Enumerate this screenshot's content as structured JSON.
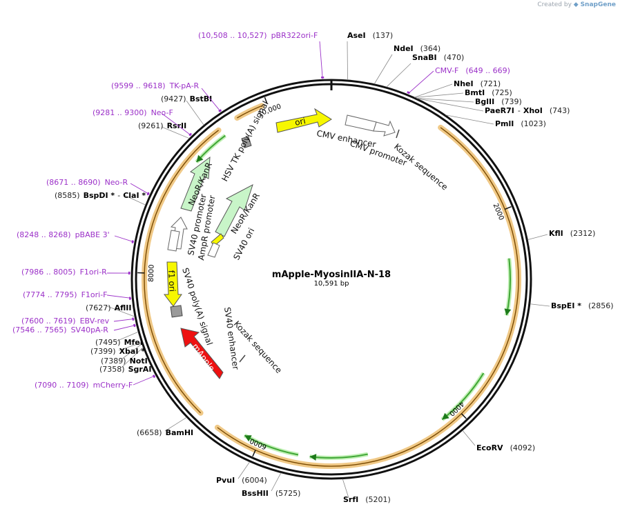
{
  "branding": {
    "created_by": "Created by",
    "logo": "SnapGene"
  },
  "plasmid": {
    "name": "mApple-MyosinIIA-N-18",
    "length": "10,591 bp",
    "total_bp": 10591
  },
  "colors": {
    "ring": "#111111",
    "primer": "#9b30c8",
    "orf_band": "#f0c987",
    "orf_line": "#7a4a00",
    "green_arrow": "#3fa535",
    "ori": "#f7f700",
    "mapple": "#ee1111",
    "neo": "#c8f5c8",
    "promoter_white": "#ffffff",
    "polya_gray": "#999999"
  },
  "ticks": [
    {
      "bp": 2000,
      "label": "2000"
    },
    {
      "bp": 4000,
      "label": "4000"
    },
    {
      "bp": 6000,
      "label": "6000"
    },
    {
      "bp": 8000,
      "label": "8000"
    },
    {
      "bp": 10000,
      "label": "10,000"
    }
  ],
  "enzymes": [
    {
      "name": "AseI",
      "pos": "(137)",
      "bp": 137
    },
    {
      "name": "NdeI",
      "pos": "(364)",
      "bp": 364
    },
    {
      "name": "SnaBI",
      "pos": "(470)",
      "bp": 470
    },
    {
      "name": "NheI",
      "pos": "(721)",
      "bp": 721
    },
    {
      "name": "BmtI",
      "pos": "(725)",
      "bp": 725
    },
    {
      "name": "BglII",
      "pos": "(739)",
      "bp": 739
    },
    {
      "name": "PaeR7I",
      "name2": "XhoI",
      "pos": "(743)",
      "bp": 743
    },
    {
      "name": "PmlI",
      "pos": "(1023)",
      "bp": 1023
    },
    {
      "name": "KflI",
      "pos": "(2312)",
      "bp": 2312
    },
    {
      "name": "BspEI *",
      "pos": "(2856)",
      "bp": 2856
    },
    {
      "name": "EcoRV",
      "pos": "(4092)",
      "bp": 4092
    },
    {
      "name": "SrfI",
      "pos": "(5201)",
      "bp": 5201
    },
    {
      "name": "BssHII",
      "pos": "(5725)",
      "bp": 5725
    },
    {
      "name": "PvuI",
      "pos": "(6004)",
      "bp": 6004
    },
    {
      "name": "BamHI",
      "pos": "(6658)",
      "bp": 6658
    },
    {
      "name": "SgrAI",
      "pos": "(7358)",
      "bp": 7358
    },
    {
      "name": "NotI",
      "pos": "(7389)",
      "bp": 7389
    },
    {
      "name": "XbaI *",
      "pos": "(7399)",
      "bp": 7399
    },
    {
      "name": "MfeI",
      "pos": "(7495)",
      "bp": 7495
    },
    {
      "name": "AflII",
      "pos": "(7627)",
      "bp": 7627
    },
    {
      "name": "BspDI *",
      "name2": "ClaI *",
      "pos": "(8585)",
      "bp": 8585
    },
    {
      "name": "RsrII",
      "pos": "(9261)",
      "bp": 9261
    },
    {
      "name": "BstBI",
      "pos": "(9427)",
      "bp": 9427
    }
  ],
  "primers": [
    {
      "range": "(10,508 .. 10,527)",
      "name": "pBR322ori-F",
      "bp": 10517
    },
    {
      "range": "(649 .. 669)",
      "name": "CMV-F",
      "bp": 659
    },
    {
      "range": "(9599 .. 9618)",
      "name": "TK-pA-R",
      "bp": 9608
    },
    {
      "range": "(9281 .. 9300)",
      "name": "Neo-F",
      "bp": 9290
    },
    {
      "range": "(8671 .. 8690)",
      "name": "Neo-R",
      "bp": 8680
    },
    {
      "range": "(8248 .. 8268)",
      "name": "pBABE 3'",
      "bp": 8258
    },
    {
      "range": "(7986 .. 8005)",
      "name": "F1ori-R",
      "bp": 7995
    },
    {
      "range": "(7774 .. 7795)",
      "name": "F1ori-F",
      "bp": 7784
    },
    {
      "range": "(7600 .. 7619)",
      "name": "EBV-rev",
      "bp": 7609
    },
    {
      "range": "(7546 .. 7565)",
      "name": "SV40pA-R",
      "bp": 7555
    },
    {
      "range": "(7090 .. 7109)",
      "name": "mCherry-F",
      "bp": 7099
    }
  ],
  "features": {
    "ori": "ori",
    "cmv_enhancer": "CMV enhancer",
    "cmv_promoter": "CMV promoter",
    "kozak_outer": "Kozak sequence",
    "hsv_tk": "HSV TK poly(A) signal",
    "neo_outer": "NeoR/KanR",
    "sv40_promoter": "SV40 promoter",
    "ampr_promoter": "AmpR promoter",
    "neo_inner": "NeoR/KanR",
    "sv40_ori": "SV40 ori",
    "sv40_enhancer": "SV40 enhancer",
    "f1_ori": "f1 ori",
    "sv40_polya": "SV40 poly(A) signal",
    "mapple": "mApple",
    "kozak_inner": "Kozak sequence"
  }
}
